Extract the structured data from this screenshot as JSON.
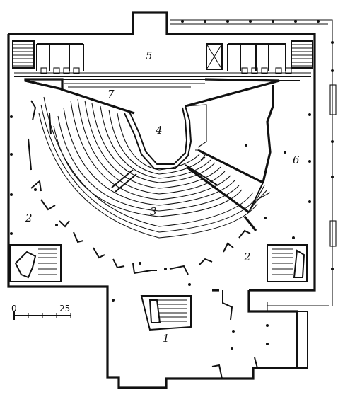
{
  "labels": {
    "l1": "1",
    "l2a": "2",
    "l2b": "2",
    "l3": "3",
    "l4": "4",
    "l5": "5",
    "l6": "6",
    "l7": "7"
  },
  "scale": {
    "start": "0",
    "end": "25"
  }
}
